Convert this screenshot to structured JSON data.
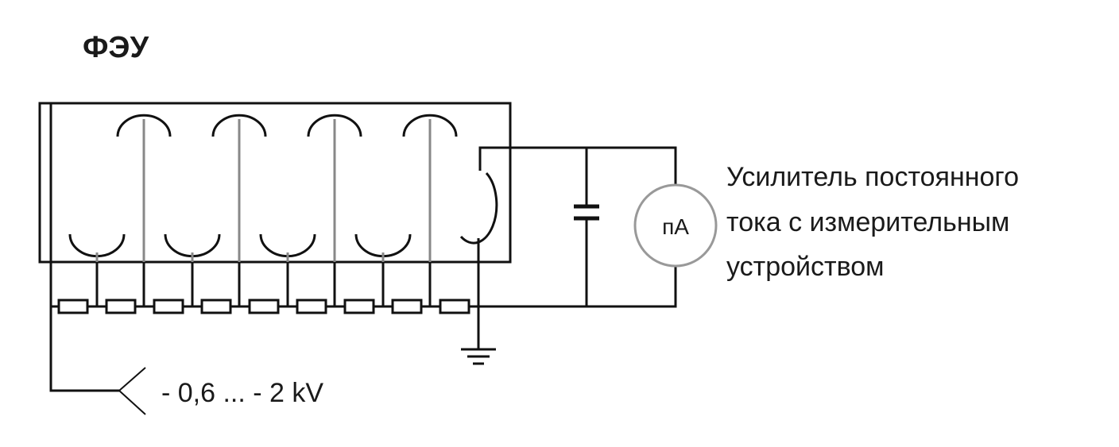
{
  "diagram": {
    "title": "ФЭУ",
    "ammeter_label": "пА",
    "amplifier_label": {
      "line1": "Усилитель постоянного",
      "line2": "тока с измерительным",
      "line3": "устройством"
    },
    "supply_voltage": "- 0,6 ... - 2 kV",
    "colors": {
      "wire": "#111111",
      "electrode": "#888888",
      "ammeter_circle": "#999999",
      "background": "#ffffff"
    }
  }
}
